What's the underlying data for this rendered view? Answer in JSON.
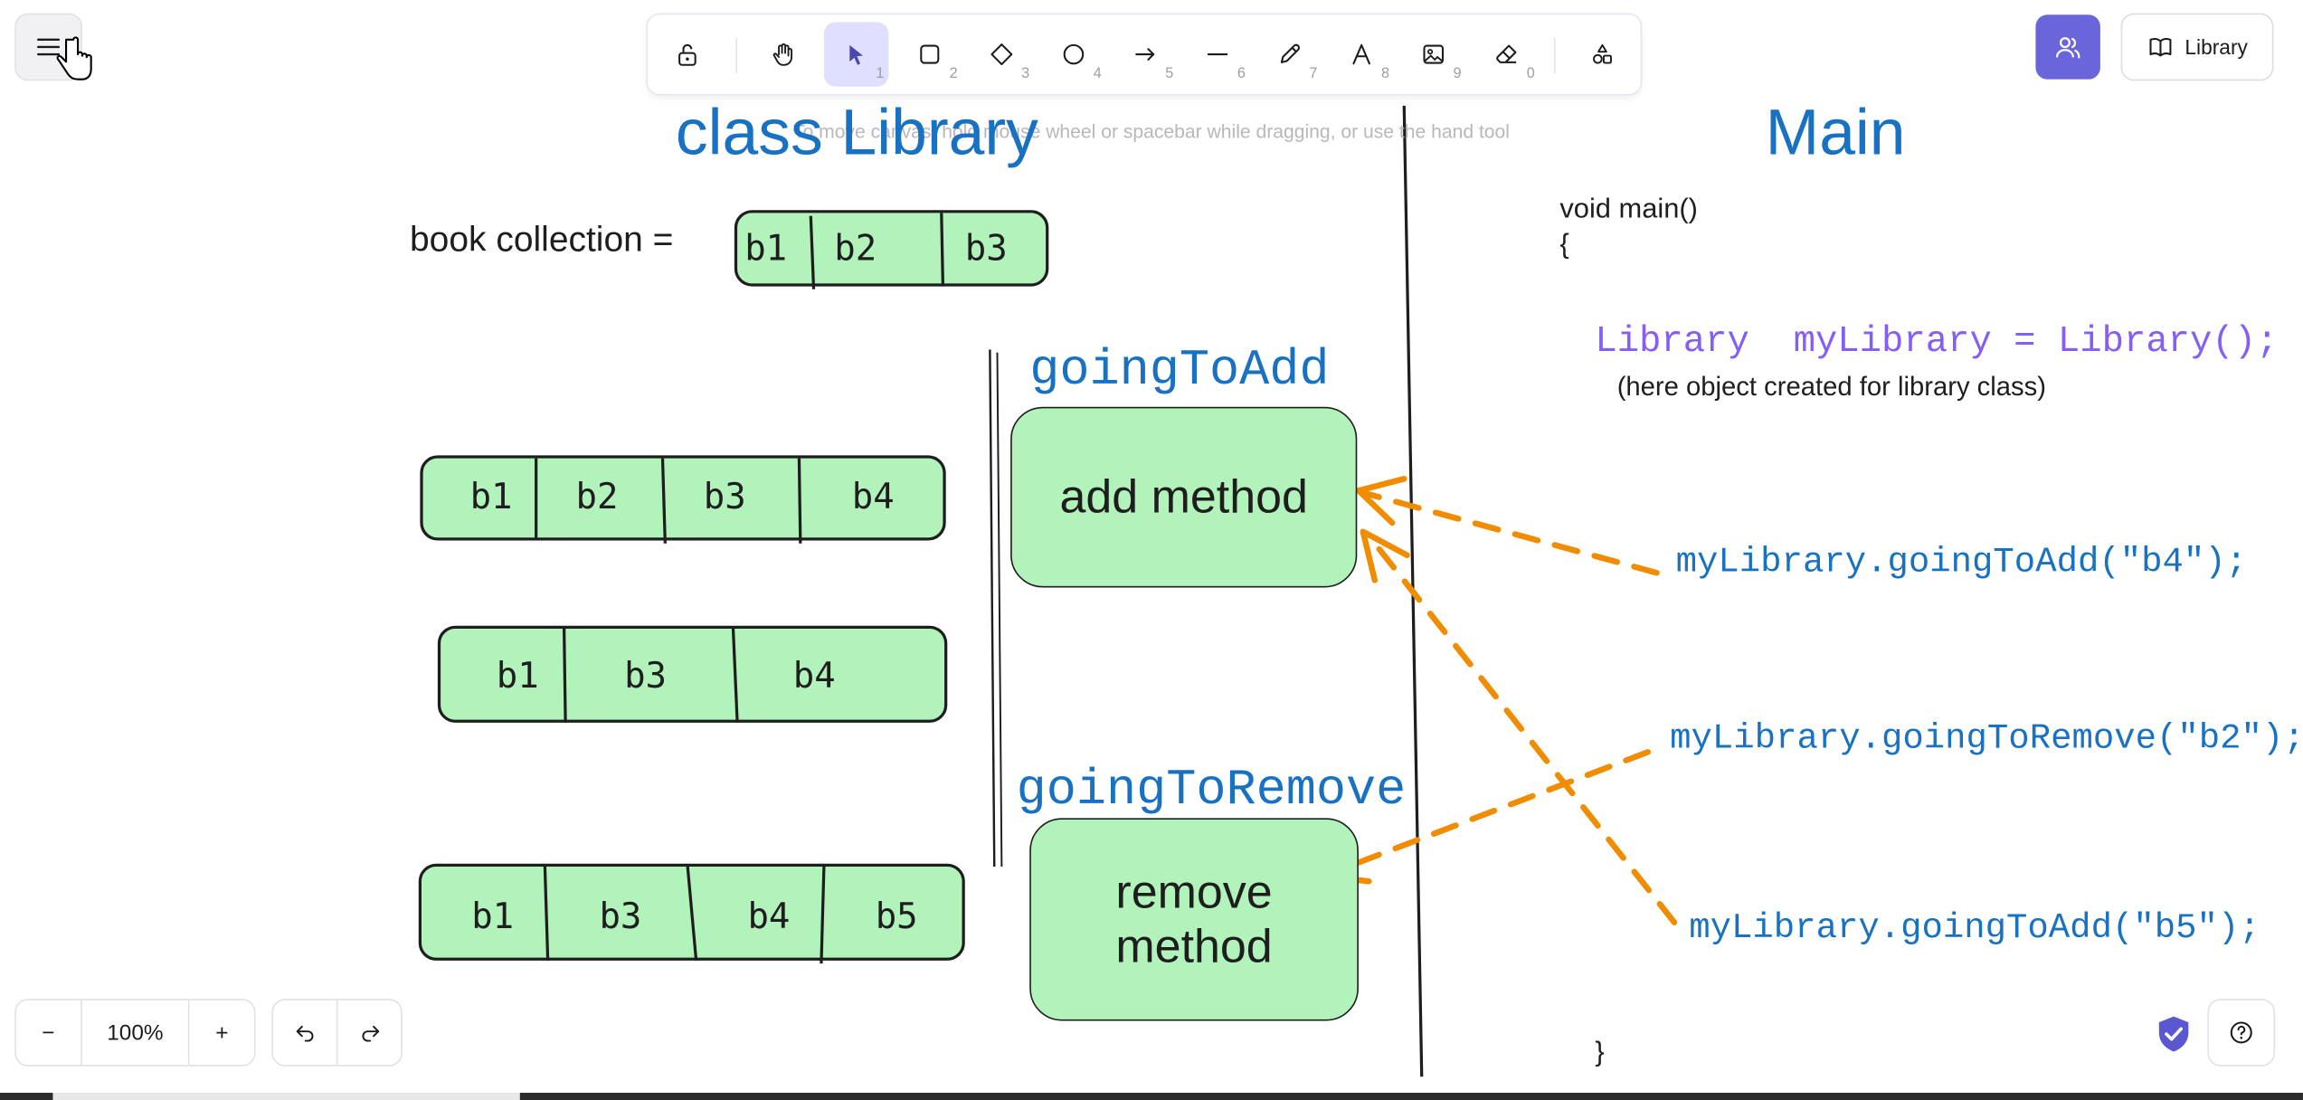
{
  "toolbar": {
    "tools": [
      {
        "name": "lock-icon",
        "key": ""
      },
      {
        "name": "hand-icon",
        "key": ""
      },
      {
        "name": "selection-icon",
        "key": "1"
      },
      {
        "name": "rectangle-icon",
        "key": "2"
      },
      {
        "name": "diamond-icon",
        "key": "3"
      },
      {
        "name": "ellipse-icon",
        "key": "4"
      },
      {
        "name": "arrow-icon",
        "key": "5"
      },
      {
        "name": "line-icon",
        "key": "6"
      },
      {
        "name": "pencil-icon",
        "key": "7"
      },
      {
        "name": "text-icon",
        "key": "8"
      },
      {
        "name": "image-icon",
        "key": "9"
      },
      {
        "name": "eraser-icon",
        "key": "0"
      },
      {
        "name": "extra-tools-icon",
        "key": ""
      }
    ],
    "active_tool": "selection"
  },
  "header": {
    "library_label": "Library",
    "hint": "To move canvas, hold mouse wheel or spacebar while dragging, or use the hand tool"
  },
  "canvas": {
    "class_title": "class Library",
    "main_title": "Main",
    "book_collection_label": "book collection =",
    "collection": [
      "b1",
      "b2",
      "b3"
    ],
    "row1": [
      "b1",
      "b2",
      "b3",
      "b4"
    ],
    "row2": [
      "b1",
      "b3",
      "b4"
    ],
    "row3": [
      "b1",
      "b3",
      "b4",
      "b5"
    ],
    "add_label": "goingToAdd",
    "add_box": "add method",
    "remove_label": "goingToRemove",
    "remove_box_line1": "remove",
    "remove_box_line2": "method",
    "code": {
      "main_sig": "void main()",
      "open_brace": "{",
      "library_line": "Library  myLibrary = Library();",
      "note": "(here object created for library class)",
      "call1": "myLibrary.goingToAdd(\"b4\");",
      "call2": "myLibrary.goingToRemove(\"b2\");",
      "call3": "myLibrary.goingToAdd(\"b5\");",
      "close_brace": "}"
    }
  },
  "footer": {
    "zoom_out": "−",
    "zoom": "100%",
    "zoom_in": "+"
  },
  "colors": {
    "accent": "#6965db",
    "box_fill": "#b2f2bb",
    "title_blue": "#1971c2",
    "code_purple": "#845ef7",
    "arrow_orange": "#f08c00"
  }
}
